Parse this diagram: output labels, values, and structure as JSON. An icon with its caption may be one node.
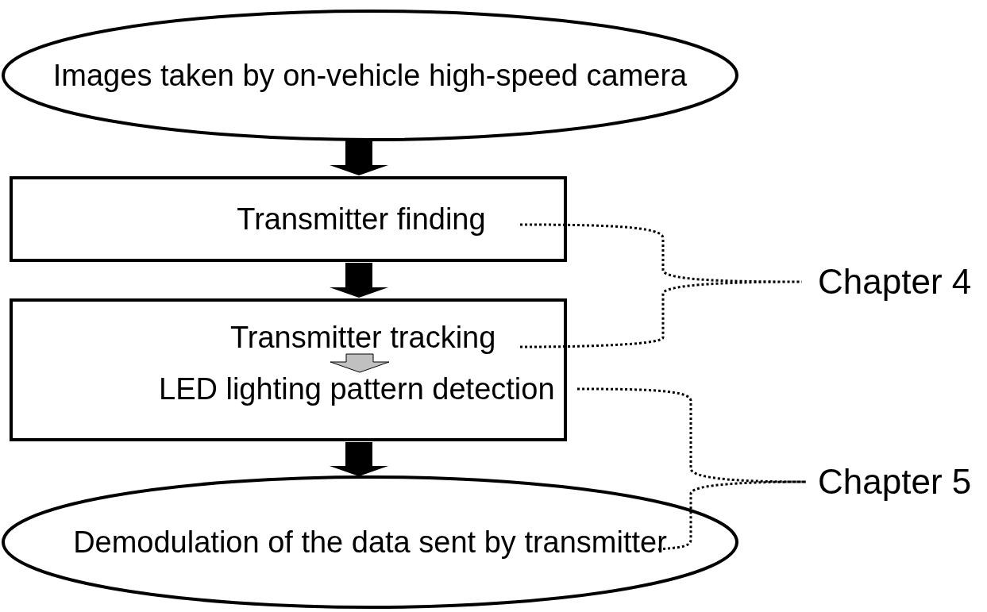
{
  "diagram": {
    "nodes": [
      {
        "text": [
          "Images taken by on-vehicle high-speed camera"
        ]
      },
      {
        "text": [
          "Transmitter finding"
        ]
      },
      {
        "text": [],
        "shape": "box"
      },
      {
        "text": [
          "Transmitter tracking"
        ],
        "in": 2
      },
      {
        "text": [
          "LED lighting pattern detection"
        ],
        "in": 2
      },
      {
        "text": [
          "Demodulation of the data sent by transmitter"
        ]
      }
    ],
    "edges": [
      {
        "from": 0,
        "to": 1,
        "arrow": "to",
        "style": "thick"
      },
      {
        "from": 1,
        "to": 2,
        "arrow": "to",
        "style": "thick"
      },
      {
        "from": 3,
        "to": 4,
        "arrow": "to",
        "style": "thick",
        "color": "#c0c0c0"
      },
      {
        "from": 2,
        "to": 5,
        "arrow": "to",
        "style": "thick"
      }
    ],
    "labels": [
      "Chapter 4",
      "Chapter 5"
    ]
  }
}
